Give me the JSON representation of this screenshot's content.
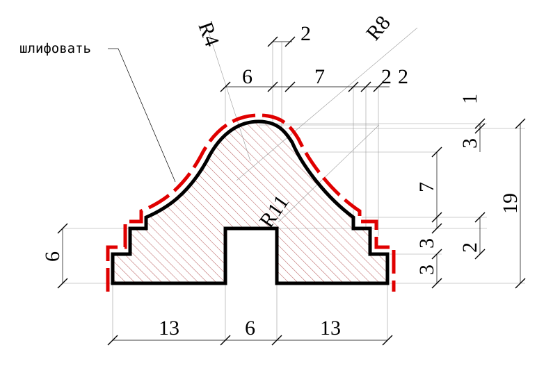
{
  "note": "шлифовать",
  "radii": {
    "r4": "R4",
    "r8": "R8",
    "r11": "R11"
  },
  "dims": {
    "top_2": "2",
    "top_6": "6",
    "top_7": "7",
    "top_2a": "2",
    "top_2b": "2",
    "right_1": "1",
    "right_3a": "3",
    "right_7": "7",
    "right_3b": "3",
    "right_3c": "3",
    "right_2": "2",
    "right_19": "19",
    "left_6": "6",
    "bottom_13a": "13",
    "bottom_6": "6",
    "bottom_13b": "13"
  },
  "colors": {
    "contour": "#000000",
    "grind_line": "#e00000",
    "hatch": "#c07070"
  }
}
